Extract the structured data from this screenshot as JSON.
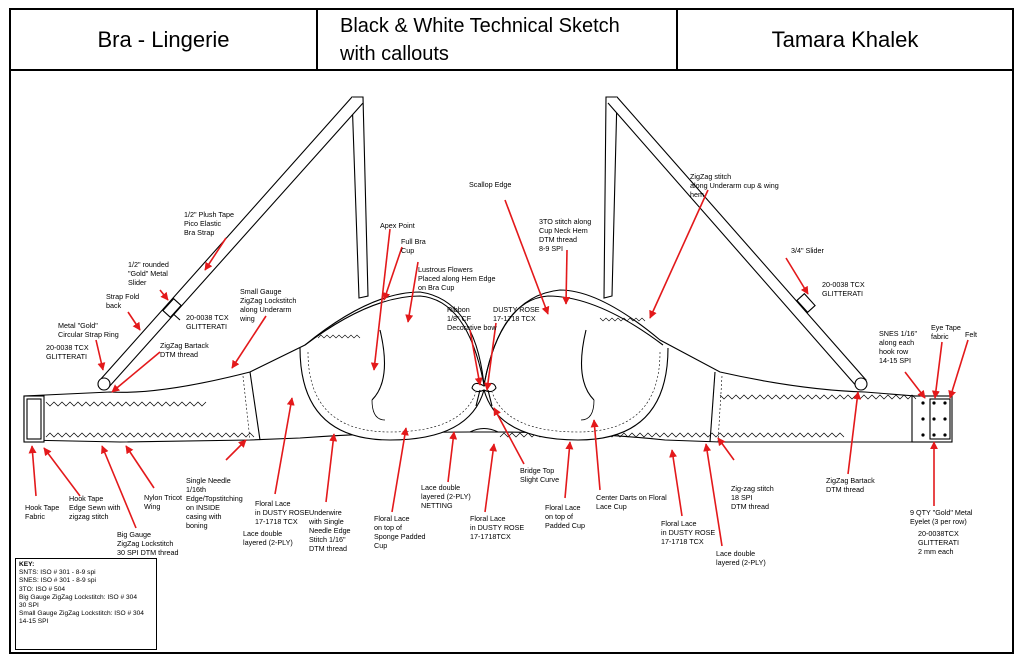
{
  "header": {
    "left": "Bra - Lingerie",
    "middle_line1": "Black & White Technical Sketch",
    "middle_line2": "with callouts",
    "right": "Tamara Khalek"
  },
  "colors": {
    "callout": "#e3191b",
    "line": "#000000",
    "paper": "#ffffff"
  },
  "callouts": {
    "plush_tape": [
      "1/2\" Plush Tape",
      "Pico Elastic",
      "Bra Strap"
    ],
    "gold_slider": [
      "1/2\" rounded",
      "\"Gold\" Metal",
      "Slider"
    ],
    "strap_fold": [
      "Strap Fold",
      "back"
    ],
    "small_gauge": [
      "Small Gauge",
      "ZigZag Lockstitch",
      "along Underarm",
      "wing"
    ],
    "glitterati_l": [
      "20-0038 TCX",
      "GLITTERATI"
    ],
    "gold_ring": [
      "Metal \"Gold\"",
      "Circular Strap Ring"
    ],
    "glitterati_ring": [
      "20-0038 TCX",
      "GLITTERATI"
    ],
    "zz_bartack_l": [
      "ZigZag Bartack",
      "DTM thread"
    ],
    "apex": [
      "Apex Point"
    ],
    "full_cup": [
      "Full Bra",
      "Cup"
    ],
    "lustrous": [
      "Lustrous Flowers",
      "Placed along Hem Edge",
      "on Bra Cup"
    ],
    "ribbon": [
      "Ribbon",
      "1/8\" CF",
      "Decorative bow"
    ],
    "dusty_rose_top": [
      "DUSTY ROSE",
      "17-1718 TCX"
    ],
    "scallop": [
      "Scallop Edge"
    ],
    "three_to": [
      "3TO stitch along",
      "Cup Neck Hem",
      "DTM thread",
      "8-9 SPI"
    ],
    "zz_underarm": [
      "ZigZag stitch",
      "along Underarm cup & wing",
      "hem"
    ],
    "slider_34": [
      "3/4\" Slider"
    ],
    "glitterati_r": [
      "20-0038 TCX",
      "GLITTERATI"
    ],
    "snes": [
      "SNES 1/16\"",
      "along each",
      "hook row",
      "14-15 SPI"
    ],
    "eye_tape": [
      "Eye Tape",
      "fabric"
    ],
    "felt": [
      "Felt"
    ],
    "hook_tape_fabric": [
      "Hook Tape",
      "Fabric"
    ],
    "hook_tape_edge": [
      "Hook Tape",
      "Edge Sewn with",
      "zigzag stitch"
    ],
    "big_gauge": [
      "Big Gauge",
      "ZigZag Lockstitch",
      "30 SPI DTM thread"
    ],
    "nylon_tricot": [
      "Nylon Tricot",
      "Wing"
    ],
    "single_needle": [
      "Single Needle",
      "1/16th",
      "Edge/Topstitching",
      "on INSIDE",
      "casing with",
      "boning"
    ],
    "floral_lace_l": [
      "Floral Lace",
      "in DUSTY ROSE",
      "17-1718 TCX"
    ],
    "lace_double_l": [
      "Lace double",
      "layered (2-PLY)"
    ],
    "underwire": [
      "Underwire",
      "with Single",
      "Needle Edge",
      "Stitch 1/16\"",
      "DTM thread"
    ],
    "floral_sponge": [
      "Floral Lace",
      "on top of",
      "Sponge Padded",
      "Cup"
    ],
    "lace_netting": [
      "Lace double",
      "layered (2-PLY)",
      "NETTING"
    ],
    "floral_lace_c": [
      "Floral Lace",
      "in DUSTY ROSE",
      "17-1718TCX"
    ],
    "bridge_top": [
      "Bridge Top",
      "Slight Curve"
    ],
    "floral_padded": [
      "Floral Lace",
      "on top of",
      "Padded Cup"
    ],
    "center_darts": [
      "Center Darts on Floral",
      "Lace Cup"
    ],
    "floral_lace_r": [
      "Floral Lace",
      "in DUSTY ROSE",
      "17-1718 TCX"
    ],
    "lace_double_r": [
      "Lace double",
      "layered (2-PLY)"
    ],
    "zz_18spi": [
      "Zig-zag stitch",
      "18 SPI",
      "DTM thread"
    ],
    "zz_bartack_r": [
      "ZigZag Bartack",
      "DTM thread"
    ],
    "eyelet": [
      "9 QTY \"Gold\" Metal",
      "Eyelet (3 per row)"
    ],
    "glitterati_eyelet": [
      "20-0038TCX",
      "GLITTERATI",
      "2 mm each"
    ]
  },
  "key": {
    "title": "KEY:",
    "lines": [
      "SNTS: ISO # 301 - 8-9 spi",
      "SNES: ISO # 301 - 8-9 spi",
      "3TO: ISO # 504",
      "Big Gauge ZigZag Lockstitch: ISO # 304",
      "30 SPI",
      "Small Gauge ZigZag Lockstitch: ISO # 304",
      "14-15 SPI"
    ]
  }
}
